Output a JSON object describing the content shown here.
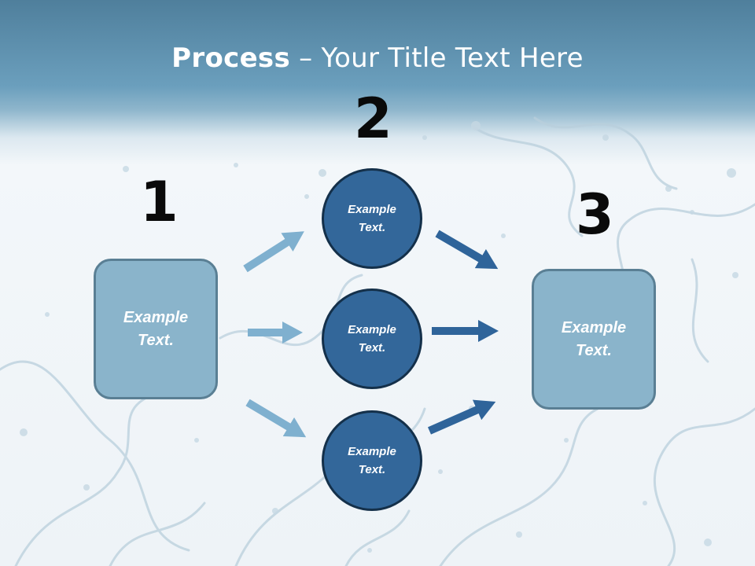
{
  "slide": {
    "title_bold": "Process",
    "title_rest": " – Your Title Text Here"
  },
  "steps": {
    "one": {
      "number": "1",
      "label_line1": "Example",
      "label_line2": "Text."
    },
    "two": {
      "number": "2",
      "circles": [
        {
          "label_line1": "Example",
          "label_line2": "Text."
        },
        {
          "label_line1": "Example",
          "label_line2": "Text."
        },
        {
          "label_line1": "Example",
          "label_line2": "Text."
        }
      ]
    },
    "three": {
      "number": "3",
      "label_line1": "Example",
      "label_line2": "Text."
    }
  },
  "colors": {
    "header_blue": "#5f93b3",
    "box_fill": "#8ab4cb",
    "circle_fill": "#33679a",
    "arrow_light": "#7fb0cf",
    "arrow_dark": "#2f649a"
  }
}
